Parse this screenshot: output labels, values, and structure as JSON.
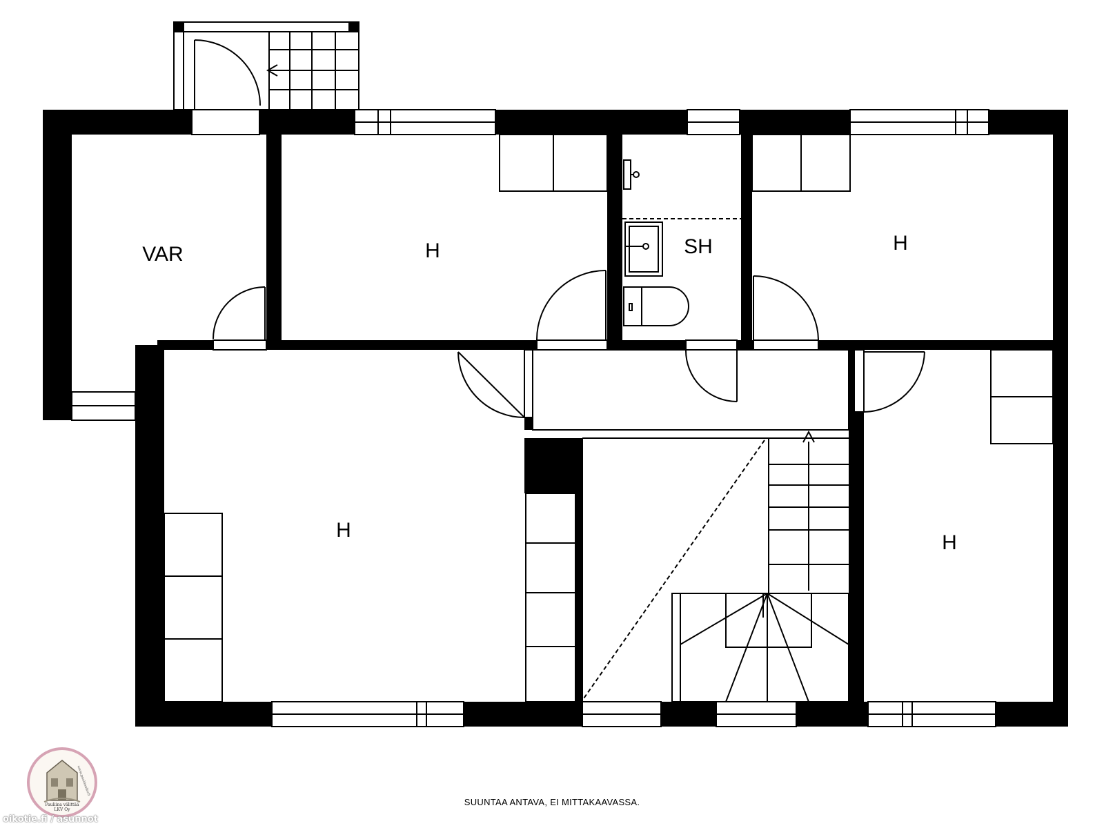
{
  "rooms": {
    "var": "VAR",
    "bedroom_top_left": "H",
    "bathroom": "SH",
    "bedroom_top_right": "H",
    "bedroom_large_left": "H",
    "bedroom_right": "H"
  },
  "footer": {
    "disclaimer": "SUUNTAA ANTAVA, EI MITTAKAAVASSA.",
    "watermark": "oikotie.fi / asunnot"
  },
  "logo": {
    "line1": "Pauliina välittää",
    "line2": "LKV Oy",
    "url": "www.pauliinalkv.fi"
  }
}
